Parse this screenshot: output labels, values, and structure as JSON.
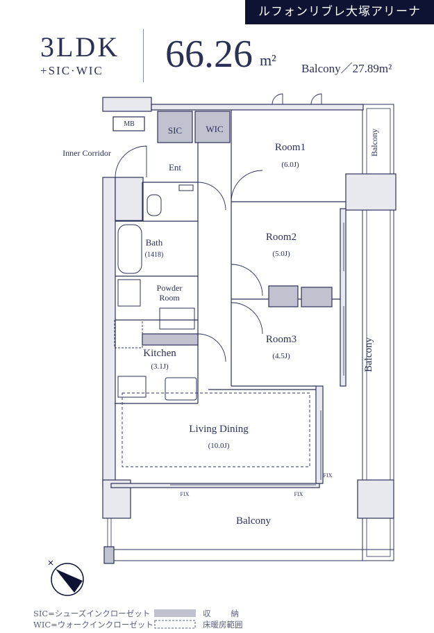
{
  "header": {
    "property_name": "ルフォンリブレ大塚アリーナ",
    "layout_type": "3LDK",
    "layout_extra": "+SIC·WIC",
    "floor_area": "66.26",
    "area_unit": "m²",
    "balcony_area": "Balcony／27.89m²"
  },
  "plan": {
    "rooms": {
      "room1": {
        "name": "Room1",
        "size": "(6.0J)"
      },
      "room2": {
        "name": "Room2",
        "size": "(5.0J)"
      },
      "room3": {
        "name": "Room3",
        "size": "(4.5J)"
      },
      "bath": {
        "name": "Bath",
        "size": "(1418)"
      },
      "powder": {
        "line1": "Powder",
        "line2": "Room"
      },
      "kitchen": {
        "name": "Kitchen",
        "size": "(3.1J)"
      },
      "living": {
        "name": "Living Dining",
        "size": "(10.0J)"
      },
      "sic": "SIC",
      "wic": "WIC",
      "ent": "Ent",
      "mb": "MB",
      "inner_corridor": "Inner Corridor",
      "balcony_top": "Balcony",
      "balcony_right": "Balcony",
      "balcony_bottom": "Balcony"
    },
    "fix_labels": [
      "FIX",
      "FIX",
      "FIX"
    ]
  },
  "legend": {
    "sic_def": "SIC=シューズインクローゼット",
    "wic_def": "WIC=ウォークインクローゼット",
    "storage": "収　　納",
    "floor_heating": "床暖房範囲"
  },
  "colors": {
    "navy": "#0e1233",
    "wall": "#2a3056",
    "storage": "#c0c2cf"
  }
}
